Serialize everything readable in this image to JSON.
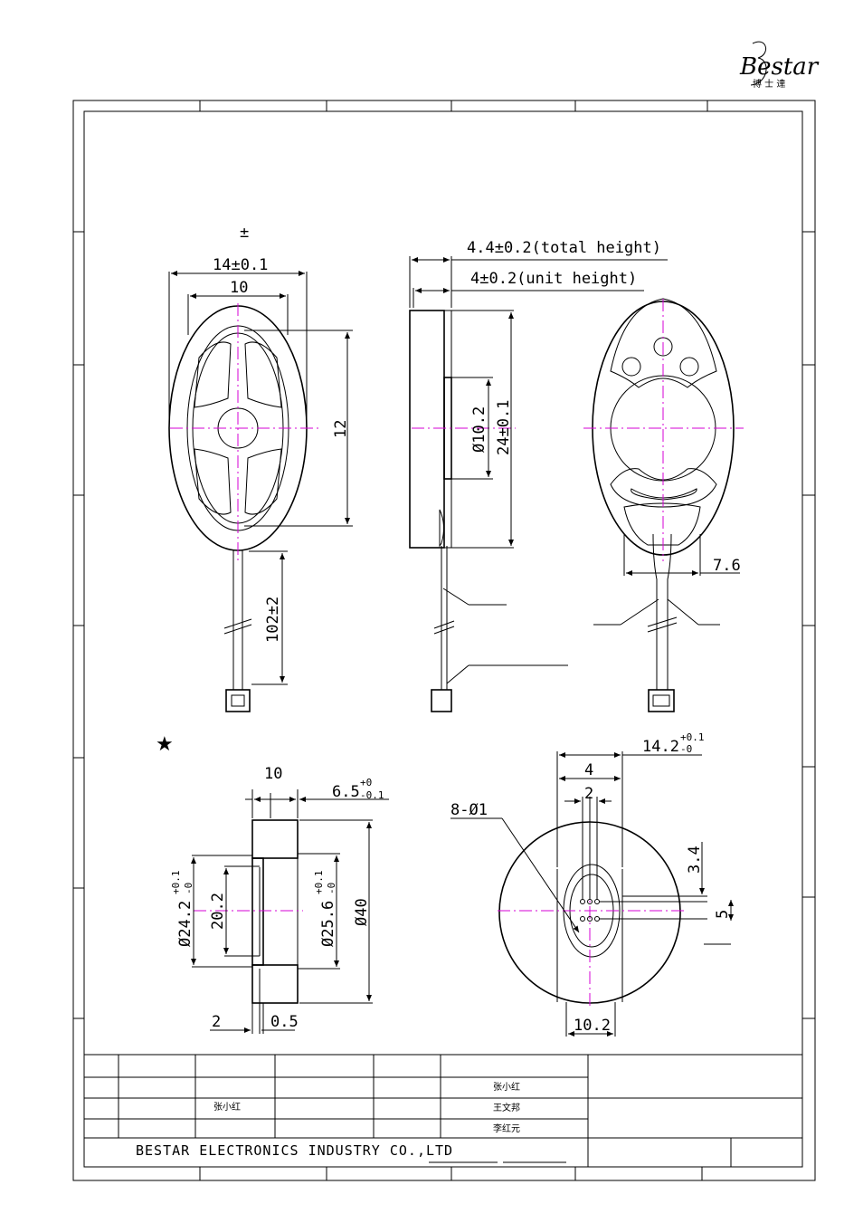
{
  "logo": {
    "brand": "Bestar",
    "sub": "博 士 達"
  },
  "top_view": {
    "plus_minus_note": "±",
    "width_total": "14±0.1",
    "width_inner": "10",
    "height_inner": "12",
    "lead_length": "102±2"
  },
  "side_view": {
    "total_height": "4.4±0.2(total height)",
    "unit_height": "4±0.2(unit height)",
    "magnet_dia": "Ø10.2",
    "body_length": "24±0.1"
  },
  "back_view": {
    "terminal_width": "7.6"
  },
  "star_mark": "★",
  "mount_section": {
    "width": "10",
    "depth_base": "6.5",
    "depth_tol_plus": "+0",
    "depth_tol_minus": "-0.1",
    "outer_dia": "Ø40",
    "left_dia_base": "Ø24.2",
    "left_dia_tol_plus": "+0.1",
    "left_dia_tol_minus": "-0",
    "bore": "20.2",
    "right_dia_base": "Ø25.6",
    "right_dia_tol_plus": "+0.1",
    "right_dia_tol_minus": "-0",
    "step": "2",
    "wall": "0.5"
  },
  "pcb_view": {
    "width_base": "14.2",
    "width_tol_plus": "+0.1",
    "width_tol_minus": "-0",
    "pad_span": "4",
    "pad_pitch": "2",
    "holes": "8-Ø1",
    "vert_offset": "3.4",
    "vert_pitch": "5",
    "bottom_width": "10.2"
  },
  "title_block": {
    "name1": "张小红",
    "name2": "王文邦",
    "name3": "李红元",
    "name4": "张小红",
    "company": "BESTAR ELECTRONICS INDUSTRY CO.,LTD"
  },
  "colors": {
    "centerline": "#d600d6",
    "terminal_fill": "#ffee00",
    "line": "#000000"
  }
}
